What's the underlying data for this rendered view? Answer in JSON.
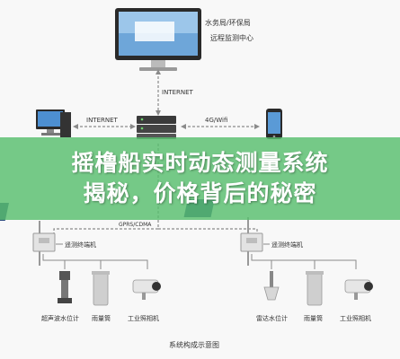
{
  "top_labels": {
    "center_line1": "水务局/环保局",
    "center_line2": "远程监测中心",
    "link_internet_vertical": "INTERNET",
    "link_internet_left": "INTERNET",
    "link_4g": "4G/Wifi",
    "link_gprs": "GPRS/CDMA"
  },
  "left_group": {
    "terminal": "遥测终端机",
    "devices": [
      "超声波水位计",
      "雨量筒",
      "工业照相机"
    ]
  },
  "right_group": {
    "terminal": "遥测终端机",
    "devices": [
      "雷达水位计",
      "雨量筒",
      "工业照相机"
    ]
  },
  "caption": "系统构成示意图",
  "banner": {
    "line1": "摇橹船实时动态测量系统",
    "line2": "揭秘，价格背后的秘密"
  },
  "colors": {
    "banner_bg": "#58be6e",
    "banner_text": "#ffffff",
    "line": "#8a8a8a",
    "screen": "#4d8fd1"
  },
  "icons": [
    "monitor-icon",
    "desktop-computer-icon",
    "server-icon",
    "smartphone-icon",
    "solar-panel-icon",
    "rtu-box-icon",
    "ultrasonic-sensor-icon",
    "radar-sensor-icon",
    "rain-gauge-icon",
    "camera-icon"
  ]
}
